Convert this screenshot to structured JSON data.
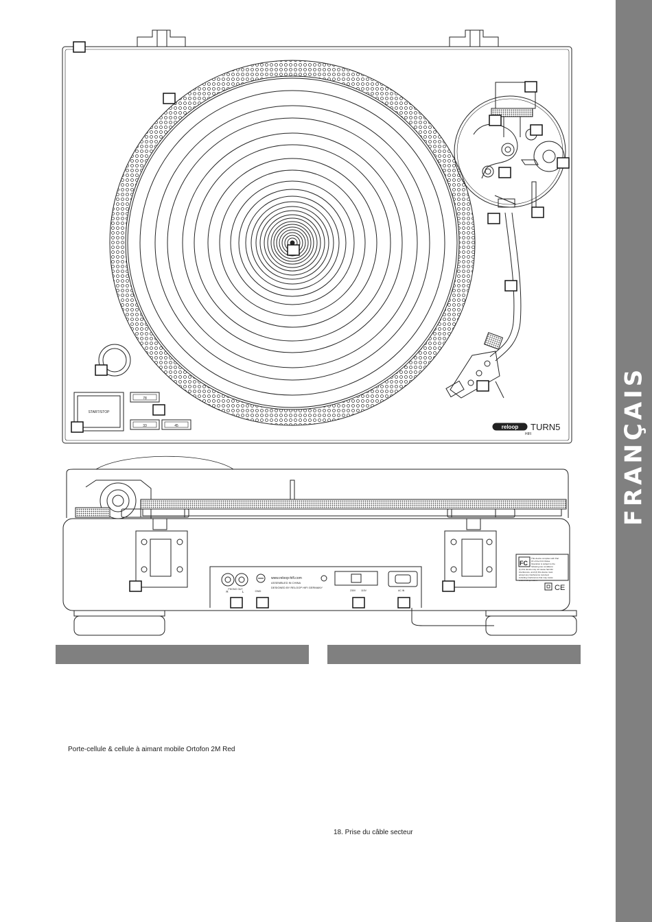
{
  "side_tab": {
    "language": "FRANÇAIS"
  },
  "top_view": {
    "start_stop_label": "START/STOP",
    "speed_buttons": [
      "78",
      "33",
      "45"
    ],
    "brand": "reloop",
    "model": "TURN5",
    "model_sub": "HIFI"
  },
  "rear_view": {
    "phono_label": "PHONO OUT",
    "channel_r": "R",
    "channel_l": "L",
    "gnd_label": "GND",
    "web_address": "www.reloop-hifi.com",
    "assembled": "ASSEMBLED IN CHINA",
    "designed": "DESIGNED BY RELOOP HIFI GERMANY",
    "voltage_left": "230V",
    "voltage_right": "115V",
    "ac_in": "AC IN",
    "fcc_logo": "FC",
    "fcc_text": [
      "This device complies with Part",
      "15 of the FCC Rules.",
      "Operation is subject to the",
      "following two conditions:",
      "(1) this device may not cause harmful",
      "interference, and (2) this device must",
      "accept any interference received,",
      "including interference that may cause",
      "undesired operation."
    ],
    "ce_mark": "CE"
  },
  "sections": {
    "left_header": "",
    "right_header": ""
  },
  "items": {
    "cartridge_text": "Porte-cellule & cellule à aimant mobile Ortofon 2M Red",
    "item18": "18.  Prise du câble secteur"
  }
}
